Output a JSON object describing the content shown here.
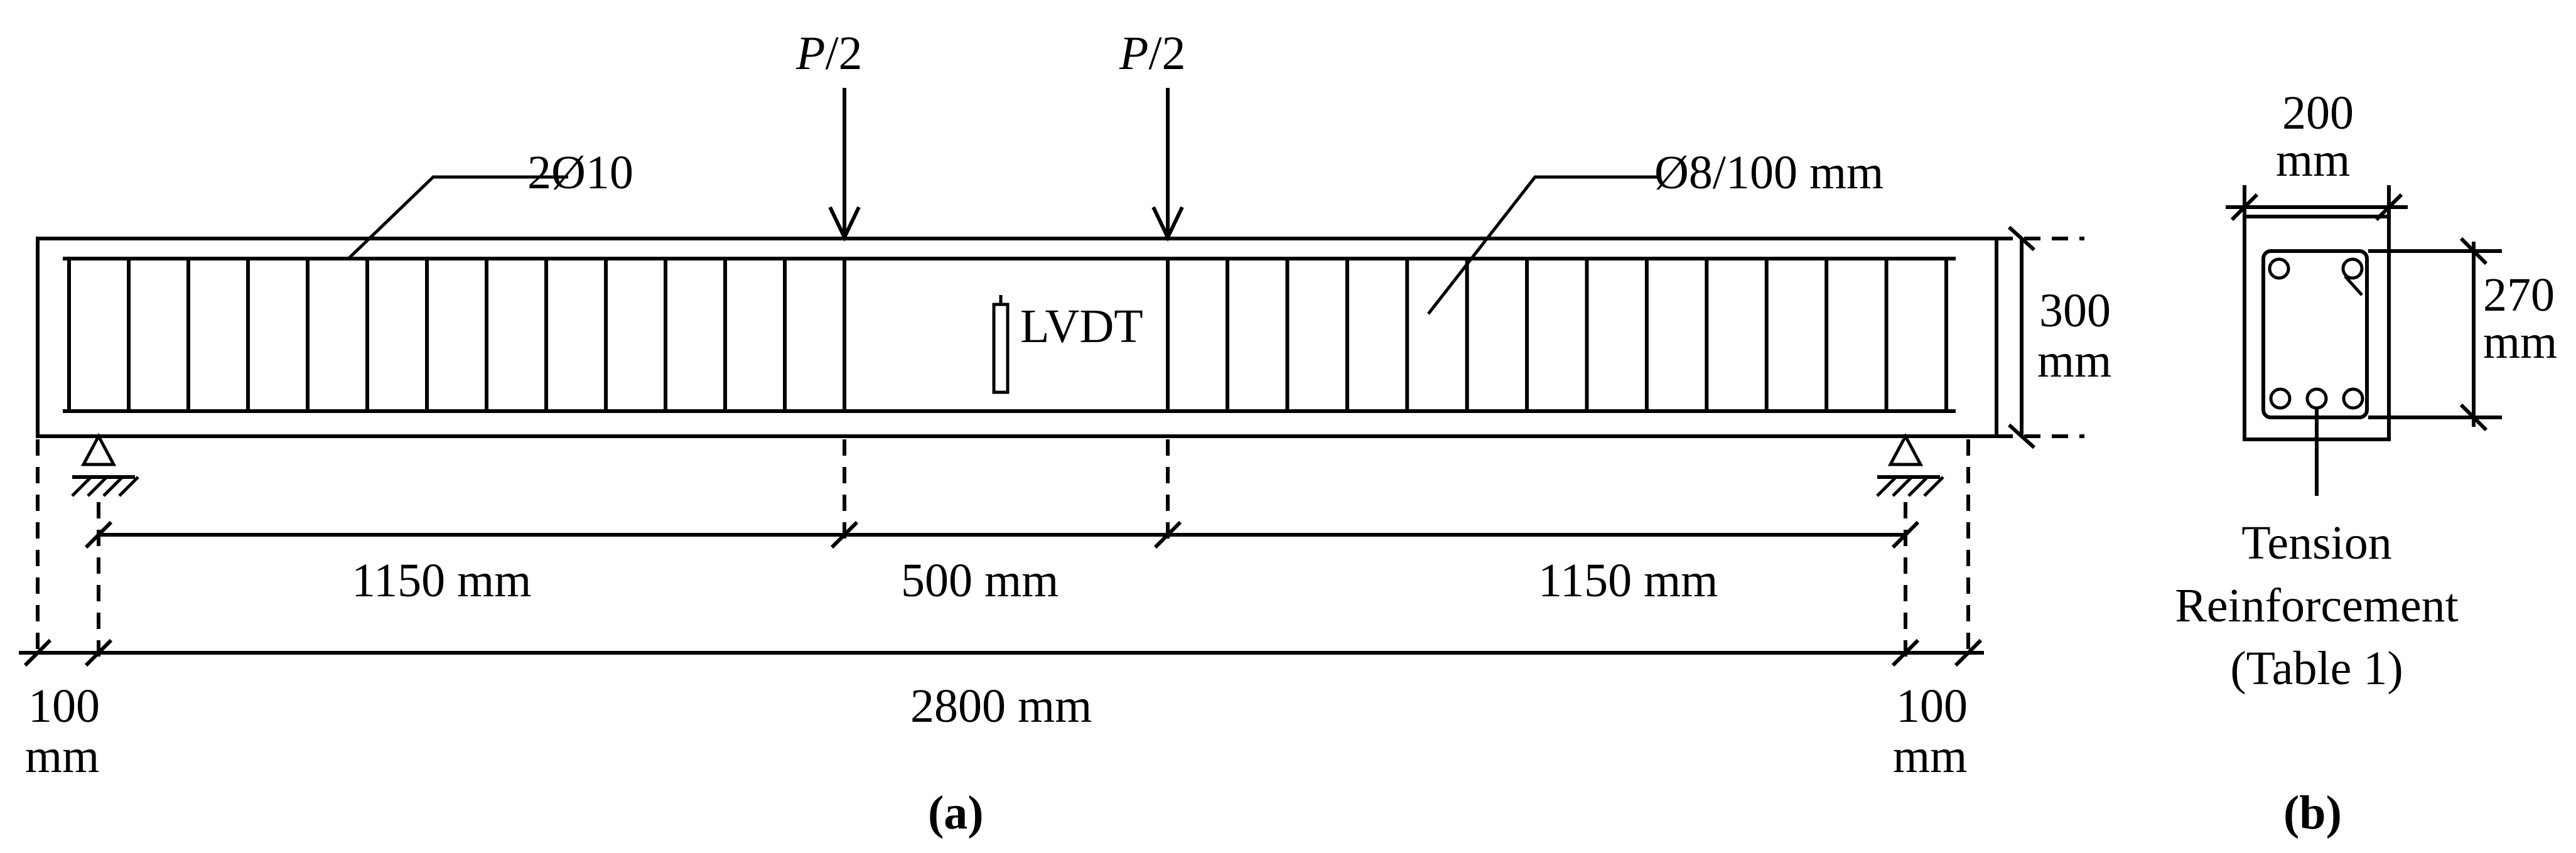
{
  "beam": {
    "load_label": "P/2",
    "load_p": "P",
    "load_div": "/2",
    "top_bar_label": "2Ø10",
    "stirrup_label": "Ø8/100 mm",
    "lvdt_label": "LVDT",
    "height_value": "300",
    "height_unit": "mm"
  },
  "dimensions": {
    "shear_span_left": "1150 mm",
    "middle_span": "500 mm",
    "shear_span_right": "1150 mm",
    "total_span": "2800 mm",
    "overhang_left_value": "100",
    "overhang_left_unit": "mm",
    "overhang_right_value": "100",
    "overhang_right_unit": "mm"
  },
  "section": {
    "width_value": "200",
    "width_unit": "mm",
    "depth_value": "270",
    "depth_unit": "mm",
    "callout_line1": "Tension",
    "callout_line2": "Reinforcement",
    "callout_line3": "(Table 1)"
  },
  "captions": {
    "a": "(a)",
    "b": "(b)"
  }
}
